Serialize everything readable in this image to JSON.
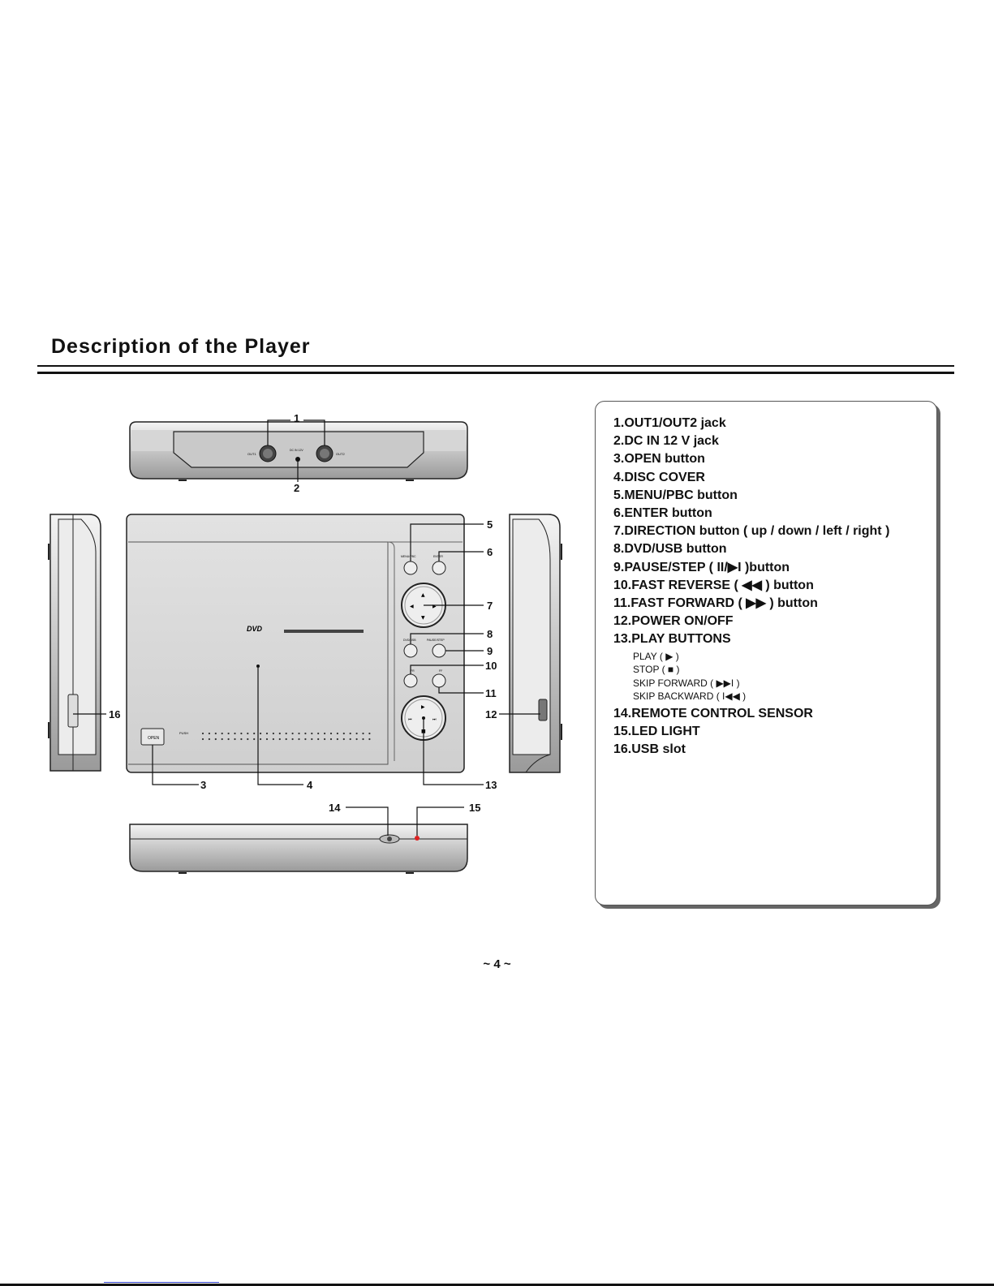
{
  "page": {
    "title": "Description of the Player",
    "page_number": "~ 4 ~"
  },
  "callouts": [
    "1",
    "2",
    "3",
    "4",
    "5",
    "6",
    "7",
    "8",
    "9",
    "10",
    "11",
    "12",
    "13",
    "14",
    "15",
    "16"
  ],
  "parts": [
    "1.OUT1/OUT2 jack",
    "2.DC IN 12 V  jack",
    "3.OPEN button",
    "4.DISC COVER",
    "5.MENU/PBC button",
    "6.ENTER button",
    "7.DIRECTION button ( up / down / left / right )",
    "8.DVD/USB button",
    "9.PAUSE/STEP ( II/▶I )button",
    "10.FAST REVERSE ( ◀◀ ) button",
    "11.FAST FORWARD ( ▶▶ ) button",
    "12.POWER ON/OFF",
    "13.PLAY BUTTONS"
  ],
  "play_buttons": [
    "PLAY ( ▶ )",
    "STOP ( ■ )",
    "SKIP FORWARD ( ▶▶I )",
    "SKIP BACKWARD ( I◀◀ )"
  ],
  "parts_after": [
    "14.REMOTE CONTROL SENSOR",
    "15.LED LIGHT",
    "16.USB slot"
  ],
  "device_labels": {
    "out1": "OUT1",
    "out2": "OUT2",
    "dc_in": "DC IN 12V",
    "menu_pbc": "MENU/PBC",
    "enter": "ENTER",
    "dvd_usb": "DVD/USB",
    "pause_step": "PAUSE/STEP",
    "fr": "FR",
    "ff": "FF",
    "open": "OPEN",
    "push": "PUSH",
    "dvd_logo": "DVD"
  }
}
